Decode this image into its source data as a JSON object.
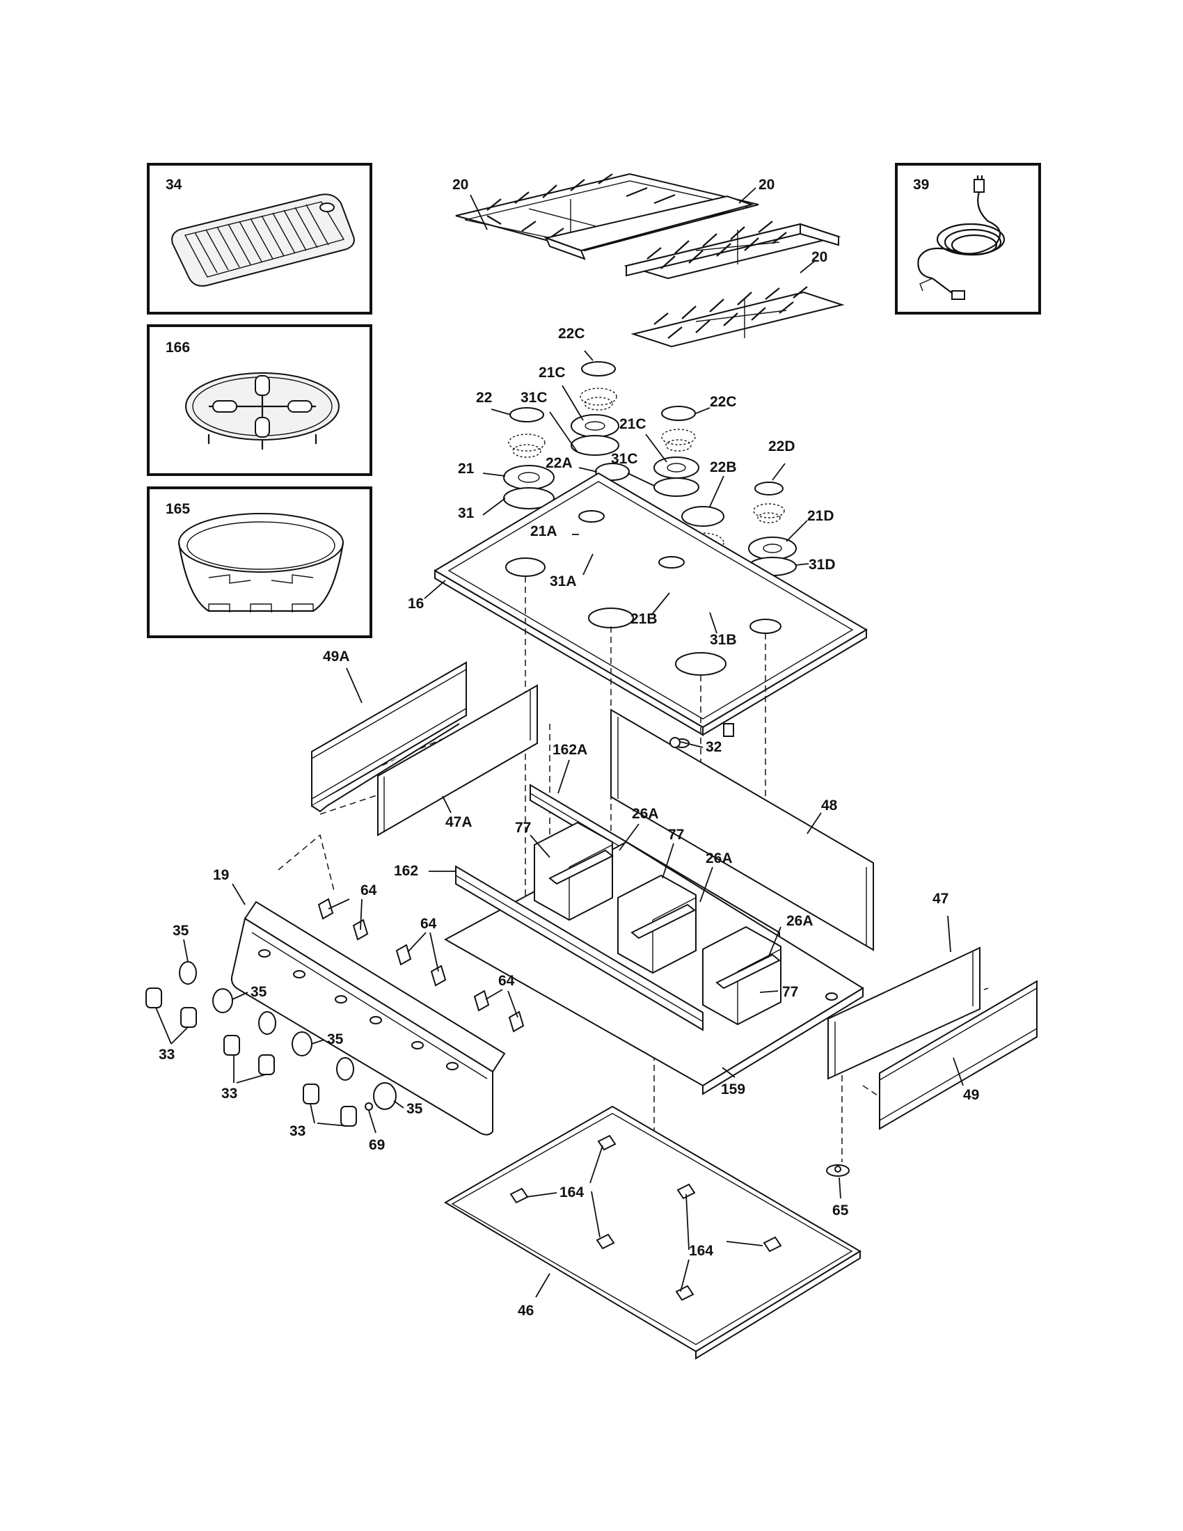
{
  "inset_boxes": [
    {
      "id": "griddle",
      "label": "34"
    },
    {
      "id": "wok-ring",
      "label": "166"
    },
    {
      "id": "wok-stand",
      "label": "165"
    },
    {
      "id": "power-cord",
      "label": "39"
    }
  ],
  "callouts": [
    {
      "key": "c20a",
      "label": "20"
    },
    {
      "key": "c20b",
      "label": "20"
    },
    {
      "key": "c20c",
      "label": "20"
    },
    {
      "key": "c22c_top",
      "label": "22C"
    },
    {
      "key": "c21c_a",
      "label": "21C"
    },
    {
      "key": "c31c_a",
      "label": "31C"
    },
    {
      "key": "c22",
      "label": "22"
    },
    {
      "key": "c22c_r",
      "label": "22C"
    },
    {
      "key": "c21c_b",
      "label": "21C"
    },
    {
      "key": "c22d",
      "label": "22D"
    },
    {
      "key": "c21",
      "label": "21"
    },
    {
      "key": "c22a",
      "label": "22A"
    },
    {
      "key": "c31c_b",
      "label": "31C"
    },
    {
      "key": "c22b",
      "label": "22B"
    },
    {
      "key": "c31",
      "label": "31"
    },
    {
      "key": "c21a",
      "label": "21A"
    },
    {
      "key": "c21d",
      "label": "21D"
    },
    {
      "key": "c31d",
      "label": "31D"
    },
    {
      "key": "c31a",
      "label": "31A"
    },
    {
      "key": "c16",
      "label": "16"
    },
    {
      "key": "c21b",
      "label": "21B"
    },
    {
      "key": "c31b",
      "label": "31B"
    },
    {
      "key": "c49a",
      "label": "49A"
    },
    {
      "key": "c32",
      "label": "32"
    },
    {
      "key": "c162a",
      "label": "162A"
    },
    {
      "key": "c48",
      "label": "48"
    },
    {
      "key": "c47a",
      "label": "47A"
    },
    {
      "key": "c77a",
      "label": "77"
    },
    {
      "key": "c26a_a",
      "label": "26A"
    },
    {
      "key": "c77b",
      "label": "77"
    },
    {
      "key": "c26a_b",
      "label": "26A"
    },
    {
      "key": "c162",
      "label": "162"
    },
    {
      "key": "c19",
      "label": "19"
    },
    {
      "key": "c64a",
      "label": "64"
    },
    {
      "key": "c64b",
      "label": "64"
    },
    {
      "key": "c64c",
      "label": "64"
    },
    {
      "key": "c35a",
      "label": "35"
    },
    {
      "key": "c35b",
      "label": "35"
    },
    {
      "key": "c35c",
      "label": "35"
    },
    {
      "key": "c35d",
      "label": "35"
    },
    {
      "key": "c33a",
      "label": "33"
    },
    {
      "key": "c33b",
      "label": "33"
    },
    {
      "key": "c33c",
      "label": "33"
    },
    {
      "key": "c69",
      "label": "69"
    },
    {
      "key": "c26a_c",
      "label": "26A"
    },
    {
      "key": "c77c",
      "label": "77"
    },
    {
      "key": "c47",
      "label": "47"
    },
    {
      "key": "c159",
      "label": "159"
    },
    {
      "key": "c49",
      "label": "49"
    },
    {
      "key": "c164a",
      "label": "164"
    },
    {
      "key": "c164b",
      "label": "164"
    },
    {
      "key": "c65",
      "label": "65"
    },
    {
      "key": "c46",
      "label": "46"
    }
  ]
}
